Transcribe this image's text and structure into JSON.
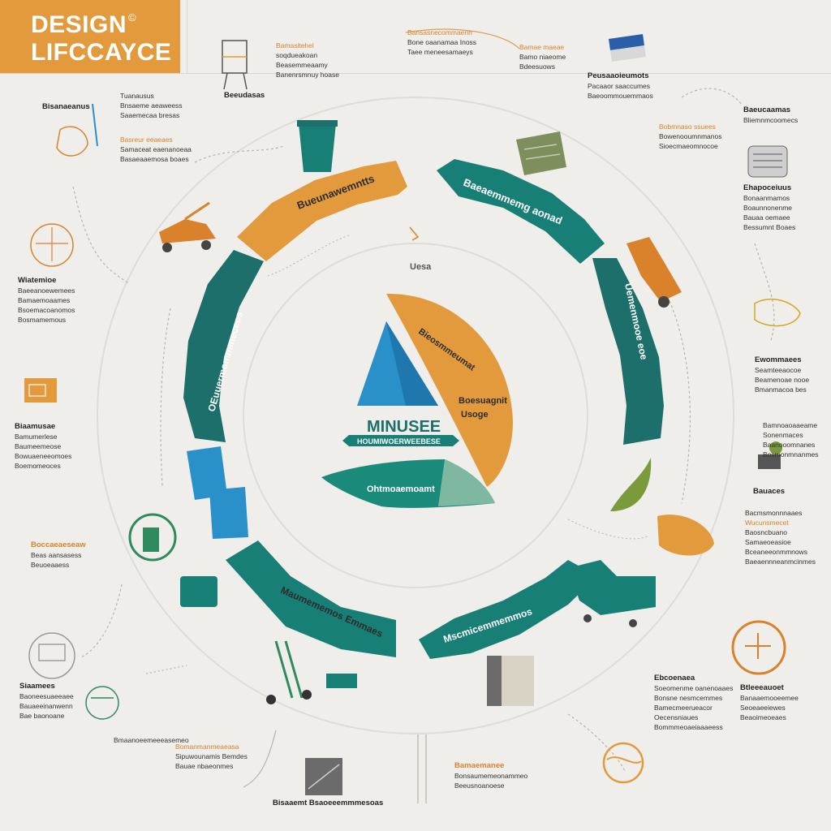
{
  "header": {
    "title_line1": "DESIGN",
    "title_line2": "LIFCCAYCE",
    "mark": "©"
  },
  "colors": {
    "orange": "#e29a3c",
    "teal": "#187f77",
    "dark_teal": "#1c6f6a",
    "blue": "#2a90c9",
    "olive": "#6f9a3b",
    "background": "#efeeea"
  },
  "ring": {
    "segments": [
      {
        "label": "Bueunawemntts",
        "color": "#e29a3c"
      },
      {
        "label": "Baeaemmemg aonad",
        "color": "#187f77"
      },
      {
        "label": "OEuuermommmeceos",
        "color": "#1c6f6a"
      },
      {
        "label": "Uemenmooe eoe",
        "color": "#1c6f6a"
      },
      {
        "label": "Mscmicemmemmos",
        "color": "#187f77"
      },
      {
        "label": "Maumememos Emmaes",
        "color": "#187f77"
      }
    ],
    "small_label": "Uesa"
  },
  "center": {
    "wedge_label": "Bieosmmeumat",
    "side_label_1": "Boesuagnit",
    "side_label_2": "Usoge",
    "name": "MINUSEE",
    "banner": "HOUMIWOERWEEBESE",
    "bottom_label": "Ohtmoaemoamt"
  },
  "labels": [
    {
      "heading": "",
      "lines": [
        "Bamasitehel",
        "soqdueakoan",
        "Beasemmeaamy",
        "Banenrsmnuy hoase"
      ]
    },
    {
      "heading": "",
      "lines": [
        "Bansasnecommaenh",
        "Bone oaanamaa Inoss",
        "Taee meneesamaeys"
      ]
    },
    {
      "heading": "",
      "lines": [
        "Bamae maeae",
        "Bamo niaeome",
        "Bdeesuows"
      ]
    },
    {
      "heading": "Peusaaoieumots",
      "lines": [
        "Pacaaor saaccumes",
        "Baeoommouemmaos"
      ]
    },
    {
      "heading": "Baeucaamas",
      "lines": [
        "Bliemnmcoomecs"
      ]
    },
    {
      "heading": "",
      "lines": [
        "Bobmnaso ssuees",
        "Bowenooumnmanos",
        "Sioecmaeomnocoe"
      ]
    },
    {
      "heading": "Ehapoceiuus",
      "lines": [
        "Bonaanmamos",
        "Boaunnonenme",
        "Bauaa oemaee",
        "Bessumnt Boaes"
      ]
    },
    {
      "heading": "Beeudasas",
      "lines": []
    },
    {
      "heading": "",
      "lines": [
        "Tuanausus",
        "Bnsaeme aeaweess",
        "Saaemecaa bresas"
      ]
    },
    {
      "heading": "Bisanaeanus",
      "lines": []
    },
    {
      "heading": "",
      "lines": [
        "Basreur eeaeaes",
        "Samaceat eaenanoeaa",
        "Basaeaaemosa boaes"
      ]
    },
    {
      "heading": "Wiatemioe",
      "lines": [
        "Baeeanoewemees",
        "Bamaemoaames",
        "Bsoemacoanomos",
        "Bosmamemous"
      ]
    },
    {
      "heading": "Biaamusae",
      "lines": [
        "Bamumerlese",
        "Baumeemeose",
        "Bowuaeneeomoes",
        "Boemomeoces"
      ]
    },
    {
      "heading": "Boccaeaeseaw",
      "lines": [
        "Beas aansasess",
        "Beuoeaaess"
      ]
    },
    {
      "heading": "Ewommaees",
      "lines": [
        "Seamteeaocoe",
        "Beamenoae nooe",
        "Bmanmacoa bes"
      ]
    },
    {
      "heading": "Siaamees",
      "lines": [
        "Baoneesuaeeaee",
        "Bauaeeinanwenn",
        "Bae baonoane"
      ]
    },
    {
      "heading": "",
      "lines": [
        "Bamnoaoaaeame",
        "Sonenmaces",
        "Baanooomnanes",
        "Bosmonmnanmes"
      ]
    },
    {
      "heading": "Bauaces",
      "lines": []
    },
    {
      "heading": "",
      "lines": [
        "Bacmsmonnnaaes",
        "Wucunsmecet",
        "Baosncbuano",
        "Samaeoeasioe",
        "Bceaneeonmmnows",
        "Baeaennneanmcinmes"
      ]
    },
    {
      "heading": "Ebcoenaea",
      "lines": [
        "Soeomenme oanenoaaes",
        "Bonsne nesmcemmes",
        "Bamecmeerueacor",
        "Oecensniaues",
        "Bommmeoaeiaaaeess"
      ]
    },
    {
      "heading": "Btleeeauoet",
      "lines": [
        "Banaaemooeemee",
        "Seoeaeeiewes",
        "Beaoimeoeaes"
      ]
    },
    {
      "heading": "",
      "lines": [
        "Bomanmanmeaeasa",
        "Sipuwounamis Bemdes",
        "Bauae nbaeonmes"
      ]
    },
    {
      "heading": "",
      "lines": [
        "Bmaanoeemeeeasemeo"
      ]
    },
    {
      "heading": "Bamaemanee",
      "lines": [
        "Bonsaumemeonammeo",
        "Beeusnoanoese"
      ]
    },
    {
      "heading": "Bisaaemt Bsaoeeemmmesoas",
      "lines": []
    }
  ]
}
